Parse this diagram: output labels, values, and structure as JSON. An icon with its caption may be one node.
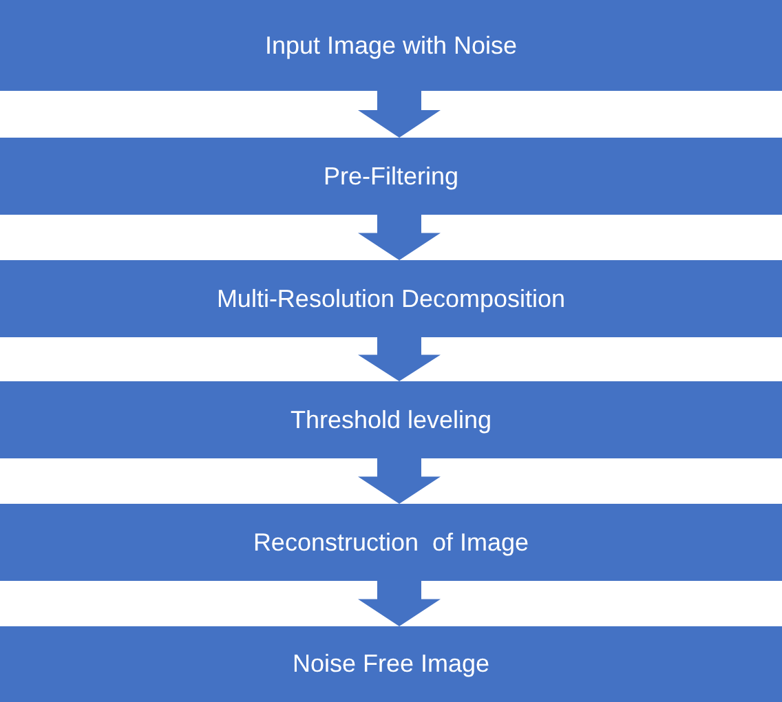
{
  "diagram": {
    "nodes": [
      {
        "text": [
          "Input Image with Noise"
        ]
      },
      {
        "text": [
          "Pre-Filtering"
        ]
      },
      {
        "text": [
          "Multi-Resolution Decomposition"
        ]
      },
      {
        "text": [
          "Threshold leveling"
        ]
      },
      {
        "text": [
          "Reconstruction  of Image"
        ]
      },
      {
        "text": [
          "Noise Free Image"
        ]
      }
    ],
    "edges": [
      {
        "from": 0,
        "to": 1,
        "arrow": "to"
      },
      {
        "from": 1,
        "to": 2,
        "arrow": "to"
      },
      {
        "from": 2,
        "to": 3,
        "arrow": "to"
      },
      {
        "from": 3,
        "to": 4,
        "arrow": "to"
      },
      {
        "from": 4,
        "to": 5,
        "arrow": "to"
      }
    ]
  }
}
